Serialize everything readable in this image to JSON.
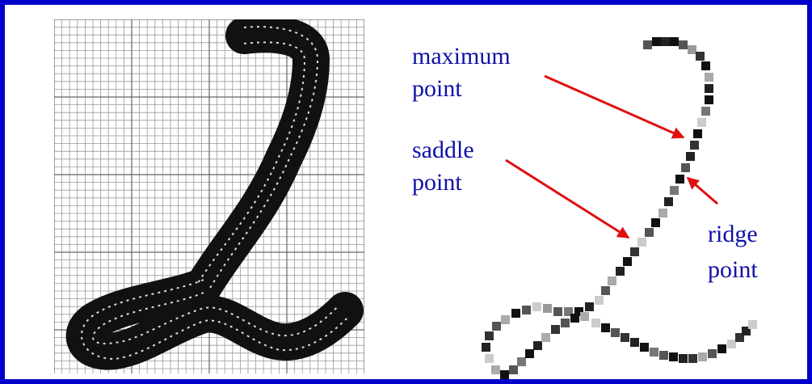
{
  "labels": {
    "maximum_line1": "maximum",
    "maximum_line2": "point",
    "saddle_line1": "saddle",
    "saddle_line2": "point",
    "ridge_line1": "ridge",
    "ridge_line2": "point"
  },
  "colors": {
    "frame": "#0000cc",
    "label_text": "#1010a8",
    "arrow": "#e01010",
    "grid_line": "#9a9a9a",
    "ink": "#111111"
  }
}
